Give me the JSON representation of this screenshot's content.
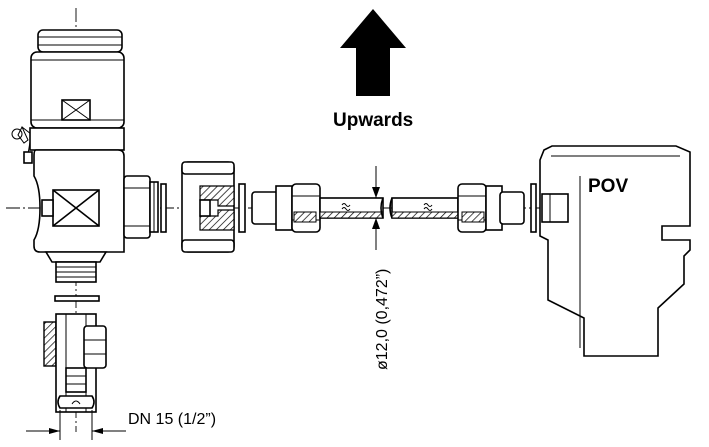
{
  "labels": {
    "direction": "Upwards",
    "valve": "POV",
    "tube_diameter": "ø12,0 (0,472”)",
    "nominal_size": "DN 15 (1/2”)"
  }
}
